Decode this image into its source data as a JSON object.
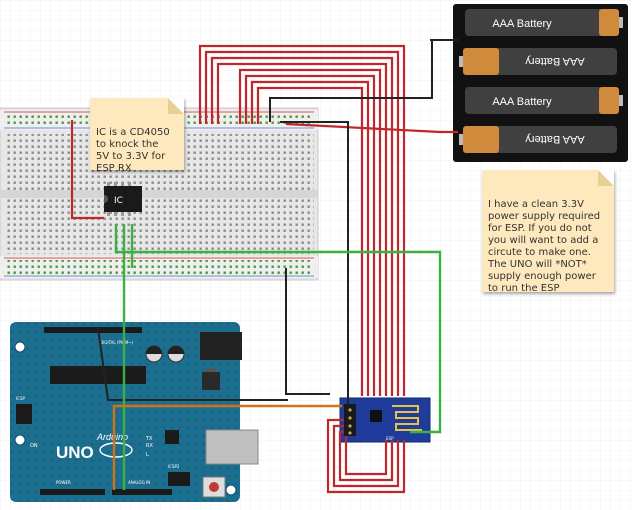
{
  "notes": {
    "ic": "IC is a CD4050\nto knock the\n5V to 3.3V for\nESP RX",
    "power": "I have a clean 3.3V\npower supply required\nfor ESP. If you do not\nyou will want to add a\ncircute to make one.\nThe UNO will *NOT*\nsupply enough power\nto run the ESP"
  },
  "battery": {
    "cells": [
      "AAA Battery",
      "AAA Battery",
      "AAA Battery",
      "AAA Battery"
    ],
    "plus": "+"
  },
  "chip": {
    "label": "IC"
  },
  "arduino": {
    "brand": "Arduino",
    "model": "UNO",
    "header_labels": [
      "DIGITAL (PWM~)",
      "POWER",
      "ANALOG IN",
      "ICSP",
      "ICSP2",
      "TX",
      "RX",
      "ON",
      "L"
    ]
  },
  "esp": {
    "label": "ESP"
  },
  "colors": {
    "wire_red": "#c0272d",
    "wire_black": "#222222",
    "wire_green": "#3cb043",
    "wire_orange": "#d27318",
    "arduino_board": "#1c6e8f",
    "breadboard": "#e9e9e9",
    "esp_board": "#1f3c9a",
    "battery_body": "#111111",
    "note_bg": "#fde9bd"
  }
}
